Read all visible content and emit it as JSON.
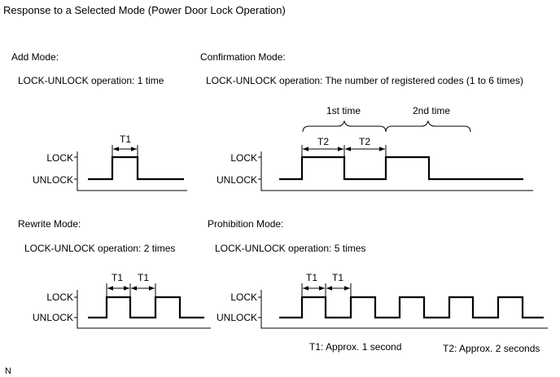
{
  "title": "Response to a Selected Mode (Power Door Lock Operation)",
  "panels": {
    "add": {
      "heading": "Add Mode:",
      "operation": "LOCK-UNLOCK operation: 1 time",
      "lock_label": "LOCK",
      "unlock_label": "UNLOCK",
      "interval_labels": [
        "T1"
      ]
    },
    "confirmation": {
      "heading": "Confirmation Mode:",
      "operation": "LOCK-UNLOCK operation: The number of registered codes (1 to 6 times)",
      "lock_label": "LOCK",
      "unlock_label": "UNLOCK",
      "interval_labels": [
        "T2",
        "T2"
      ],
      "brace_labels": [
        "1st time",
        "2nd time"
      ]
    },
    "rewrite": {
      "heading": "Rewrite Mode:",
      "operation": "LOCK-UNLOCK operation: 2 times",
      "lock_label": "LOCK",
      "unlock_label": "UNLOCK",
      "interval_labels": [
        "T1",
        "T1"
      ]
    },
    "prohibition": {
      "heading": "Prohibition Mode:",
      "operation": "LOCK-UNLOCK operation: 5 times",
      "lock_label": "LOCK",
      "unlock_label": "UNLOCK",
      "interval_labels": [
        "T1",
        "T1"
      ]
    }
  },
  "legend": {
    "t1": "T1: Approx. 1 second",
    "t2": "T2: Approx. 2 seconds"
  },
  "corner_code": "N"
}
